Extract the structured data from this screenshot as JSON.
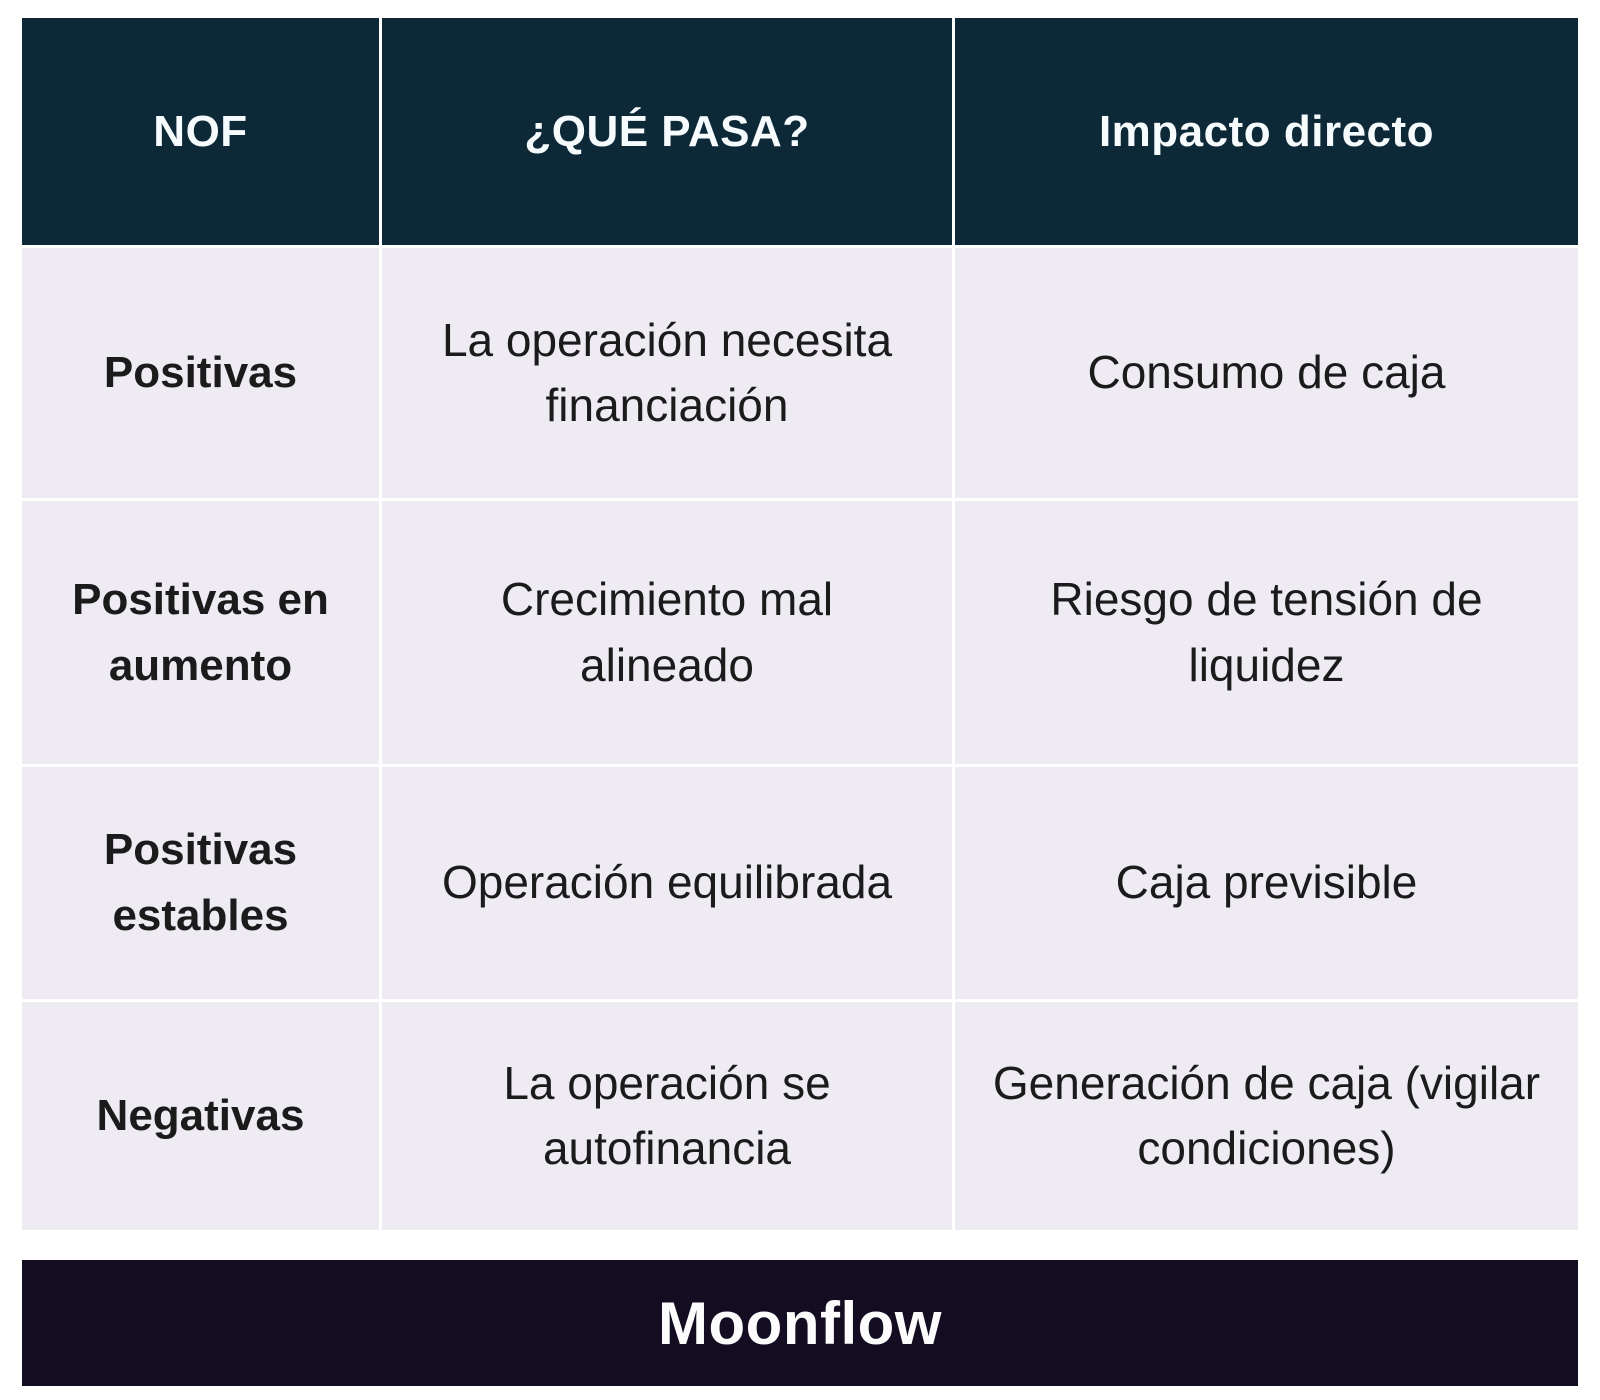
{
  "table": {
    "header": {
      "nof": "NOF",
      "que_pasa": "¿QUÉ PASA?",
      "impacto": "Impacto directo"
    },
    "rows": [
      {
        "nof": "Positivas",
        "que_pasa": "La operación necesita\nfinanciación",
        "impacto": "Consumo de caja"
      },
      {
        "nof": "Positivas en\naumento",
        "que_pasa": "Crecimiento mal\nalineado",
        "impacto": "Riesgo de tensión de\nliquidez"
      },
      {
        "nof": "Positivas\nestables",
        "que_pasa": "Operación equilibrada",
        "impacto": "Caja previsible"
      },
      {
        "nof": "Negativas",
        "que_pasa": "La operación se\nautofinancia",
        "impacto": "Generación de caja (vigilar\ncondiciones)"
      }
    ]
  },
  "footer": {
    "brand": "Moonflow"
  },
  "colors": {
    "header_bg": "#0d2836",
    "header_text": "#f6fbfd",
    "row_bg": "#eeebf3",
    "body_text": "#1b1b1b",
    "footer_bg": "#140c20",
    "footer_text": "#fcfcfc",
    "grid_line": "#ffffff"
  },
  "chart_data": {
    "type": "table",
    "title": "",
    "columns": [
      "NOF",
      "¿QUÉ PASA?",
      "Impacto directo"
    ],
    "rows": [
      [
        "Positivas",
        "La operación necesita financiación",
        "Consumo de caja"
      ],
      [
        "Positivas en aumento",
        "Crecimiento mal alineado",
        "Riesgo de tensión de liquidez"
      ],
      [
        "Positivas estables",
        "Operación equilibrada",
        "Caja previsible"
      ],
      [
        "Negativas",
        "La operación se autofinancia",
        "Generación de caja (vigilar condiciones)"
      ]
    ],
    "footer_brand": "Moonflow",
    "layout_hints": {
      "header_style": "dark navy band, white bold text",
      "body_style": "light lavender cells separated by thin white grid lines",
      "first_column_bold": true
    }
  }
}
